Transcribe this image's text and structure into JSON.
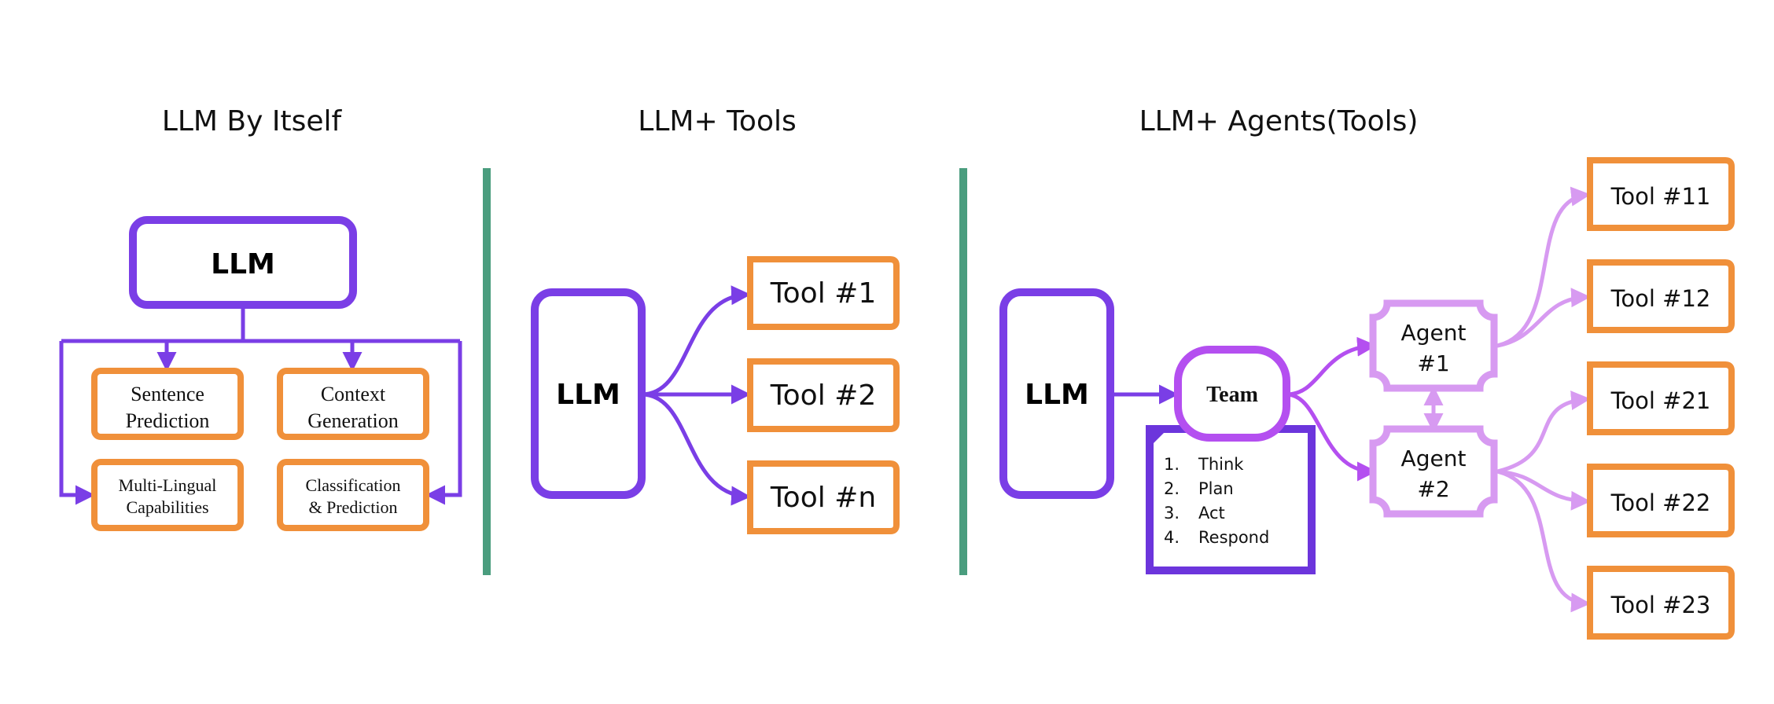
{
  "headings": {
    "llm_by_itself": "LLM By Itself",
    "llm_tools": "LLM+ Tools",
    "llm_agents": "LLM+ Agents(Tools)"
  },
  "panel1": {
    "llm": "LLM",
    "capabilities": {
      "sentence_l1": "Sentence",
      "sentence_l2": "Prediction",
      "context_l1": "Context",
      "context_l2": "Generation",
      "multi_l1": "Multi-Lingual",
      "multi_l2": "Capabilities",
      "class_l1": "Classification",
      "class_l2": "& Prediction"
    }
  },
  "panel2": {
    "llm": "LLM",
    "tools": [
      "Tool #1",
      "Tool #2",
      "Tool #n"
    ]
  },
  "panel3": {
    "llm": "LLM",
    "team": "Team",
    "steps": [
      "Think",
      "Plan",
      "Act",
      "Respond"
    ],
    "agent1_l1": "Agent",
    "agent1_l2": "#1",
    "agent2_l1": "Agent",
    "agent2_l2": "#2",
    "tools": [
      "Tool #11",
      "Tool #12",
      "Tool #21",
      "Tool #22",
      "Tool #23"
    ]
  },
  "colors": {
    "purple": "#7a3ee6",
    "magenta": "#b44ff0",
    "light_purple": "#d79af1",
    "orange": "#f0903a",
    "divider": "#4a9d7e"
  }
}
